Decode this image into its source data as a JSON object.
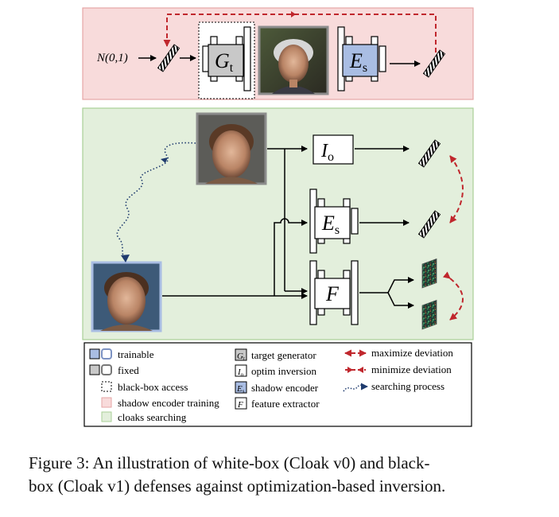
{
  "top_panel": {
    "noise_label": "N(0,1)",
    "generator_label": "G",
    "generator_sub": "t",
    "encoder_label": "E",
    "encoder_sub": "s"
  },
  "bottom_panel": {
    "inversion_label": "I",
    "inversion_sub": "o",
    "encoder_label": "E",
    "encoder_sub": "s",
    "feature_label": "F"
  },
  "legend": {
    "trainable": "trainable",
    "fixed": "fixed",
    "black_box": "black-box access",
    "shadow_training": "shadow encoder training",
    "cloaks_searching": "cloaks searching",
    "target_generator": "target generator",
    "optim_inversion": "optim inversion",
    "shadow_encoder": "shadow encoder",
    "feature_extractor": "feature extractor",
    "maximize": "maximize deviation",
    "minimize": "minimize deviation",
    "searching": "searching process",
    "icon_G": "G",
    "icon_G_sub": "t",
    "icon_I": "I",
    "icon_I_sub": "o",
    "icon_E": "E",
    "icon_E_sub": "s",
    "icon_F": "F"
  },
  "caption": {
    "line1": "Figure 3: An illustration of white-box (Cloak v0) and black-",
    "line2": "box (Cloak v1) defenses against optimization-based inversion."
  },
  "colors": {
    "shadow_panel": "#f8dbdb",
    "shadow_border": "#e6a6a6",
    "search_panel": "#e3efdc",
    "search_border": "#a9cf97",
    "trainable": "#a9bde3",
    "fixed": "#c8c8c8",
    "red": "#c0272d",
    "blue": "#1f3b6e"
  }
}
